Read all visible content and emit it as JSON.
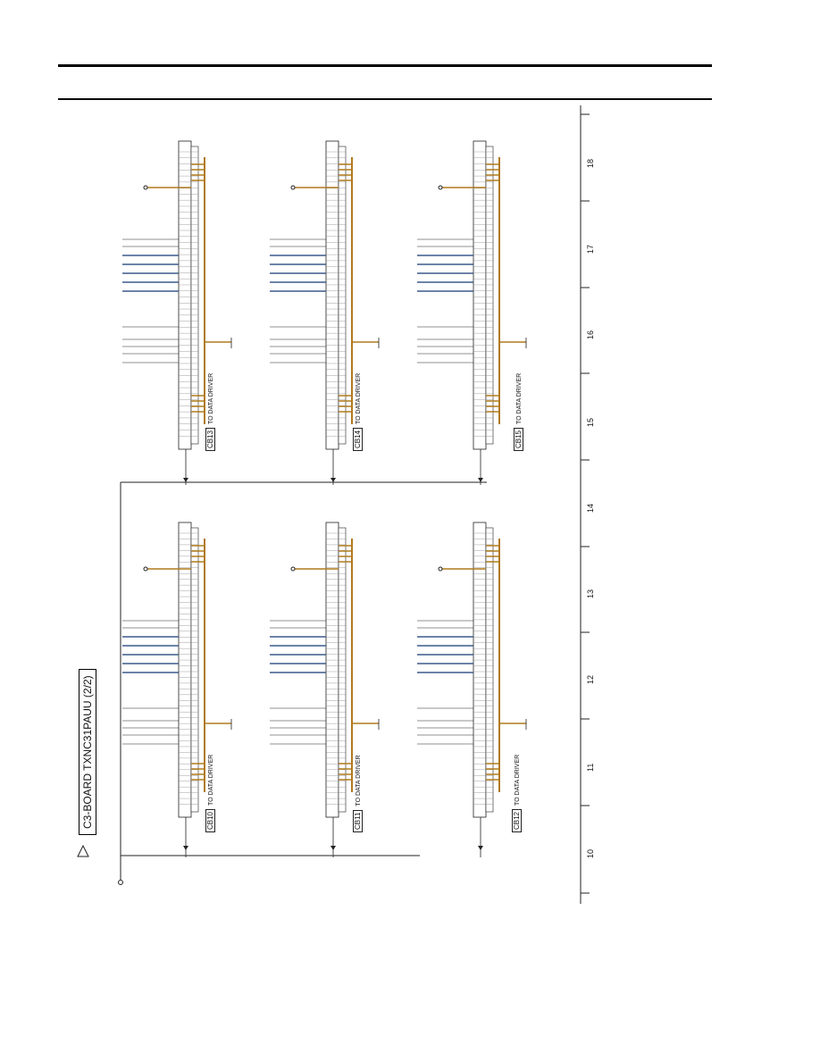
{
  "title": "C3-BOARD TXNC31PAUU (2/2)",
  "scale_marks": [
    "10",
    "11",
    "12",
    "13",
    "14",
    "15",
    "16",
    "17",
    "18"
  ],
  "connectors": [
    {
      "id": "CB13",
      "sub": "TO DATA DRIVER"
    },
    {
      "id": "CB14",
      "sub": "TO DATA DRIVER"
    },
    {
      "id": "CB15",
      "sub": "TO DATA DRIVER"
    },
    {
      "id": "CB10",
      "sub": "TO DATA DRIVER"
    },
    {
      "id": "CB11",
      "sub": "TO DATA DRIVER"
    },
    {
      "id": "CB12",
      "sub": "TO DATA DRIVER"
    }
  ],
  "colors": {
    "wire_orange": "#b07a1c",
    "wire_blue": "#3c5a8c",
    "line": "#222222"
  }
}
